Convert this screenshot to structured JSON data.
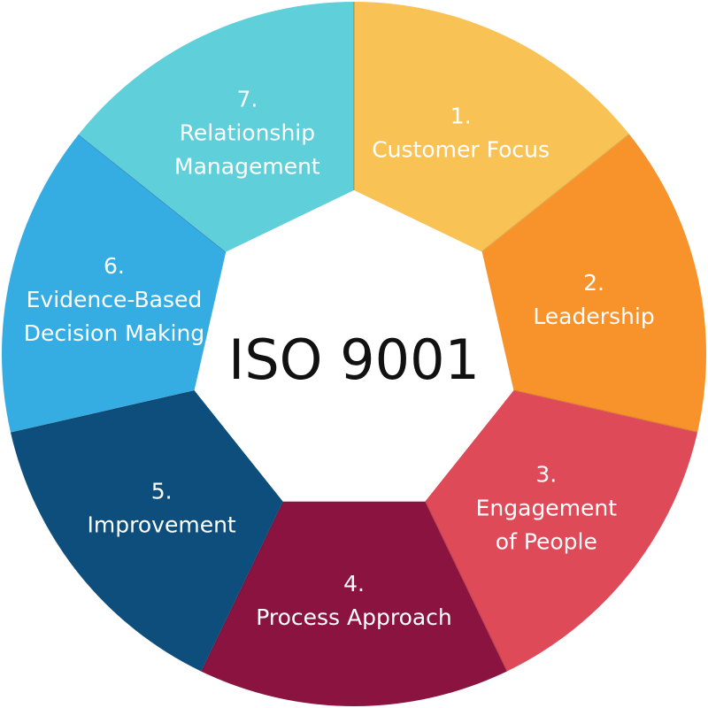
{
  "diagram": {
    "center_title": "ISO 9001",
    "center_color": "#ffffff",
    "segments": [
      {
        "number": "1.",
        "lines": [
          "Customer Focus"
        ],
        "color": "#f9c255"
      },
      {
        "number": "2.",
        "lines": [
          "Leadership"
        ],
        "color": "#f7932a"
      },
      {
        "number": "3.",
        "lines": [
          "Engagement",
          "of People"
        ],
        "color": "#df4a58"
      },
      {
        "number": "4.",
        "lines": [
          "Process Approach"
        ],
        "color": "#8b1340"
      },
      {
        "number": "5.",
        "lines": [
          "Improvement"
        ],
        "color": "#0d4e7c"
      },
      {
        "number": "6.",
        "lines": [
          "Evidence-Based",
          "Decision Making"
        ],
        "color": "#36ade2"
      },
      {
        "number": "7.",
        "lines": [
          "Relationship",
          "Management"
        ],
        "color": "#5fcfda"
      }
    ]
  }
}
